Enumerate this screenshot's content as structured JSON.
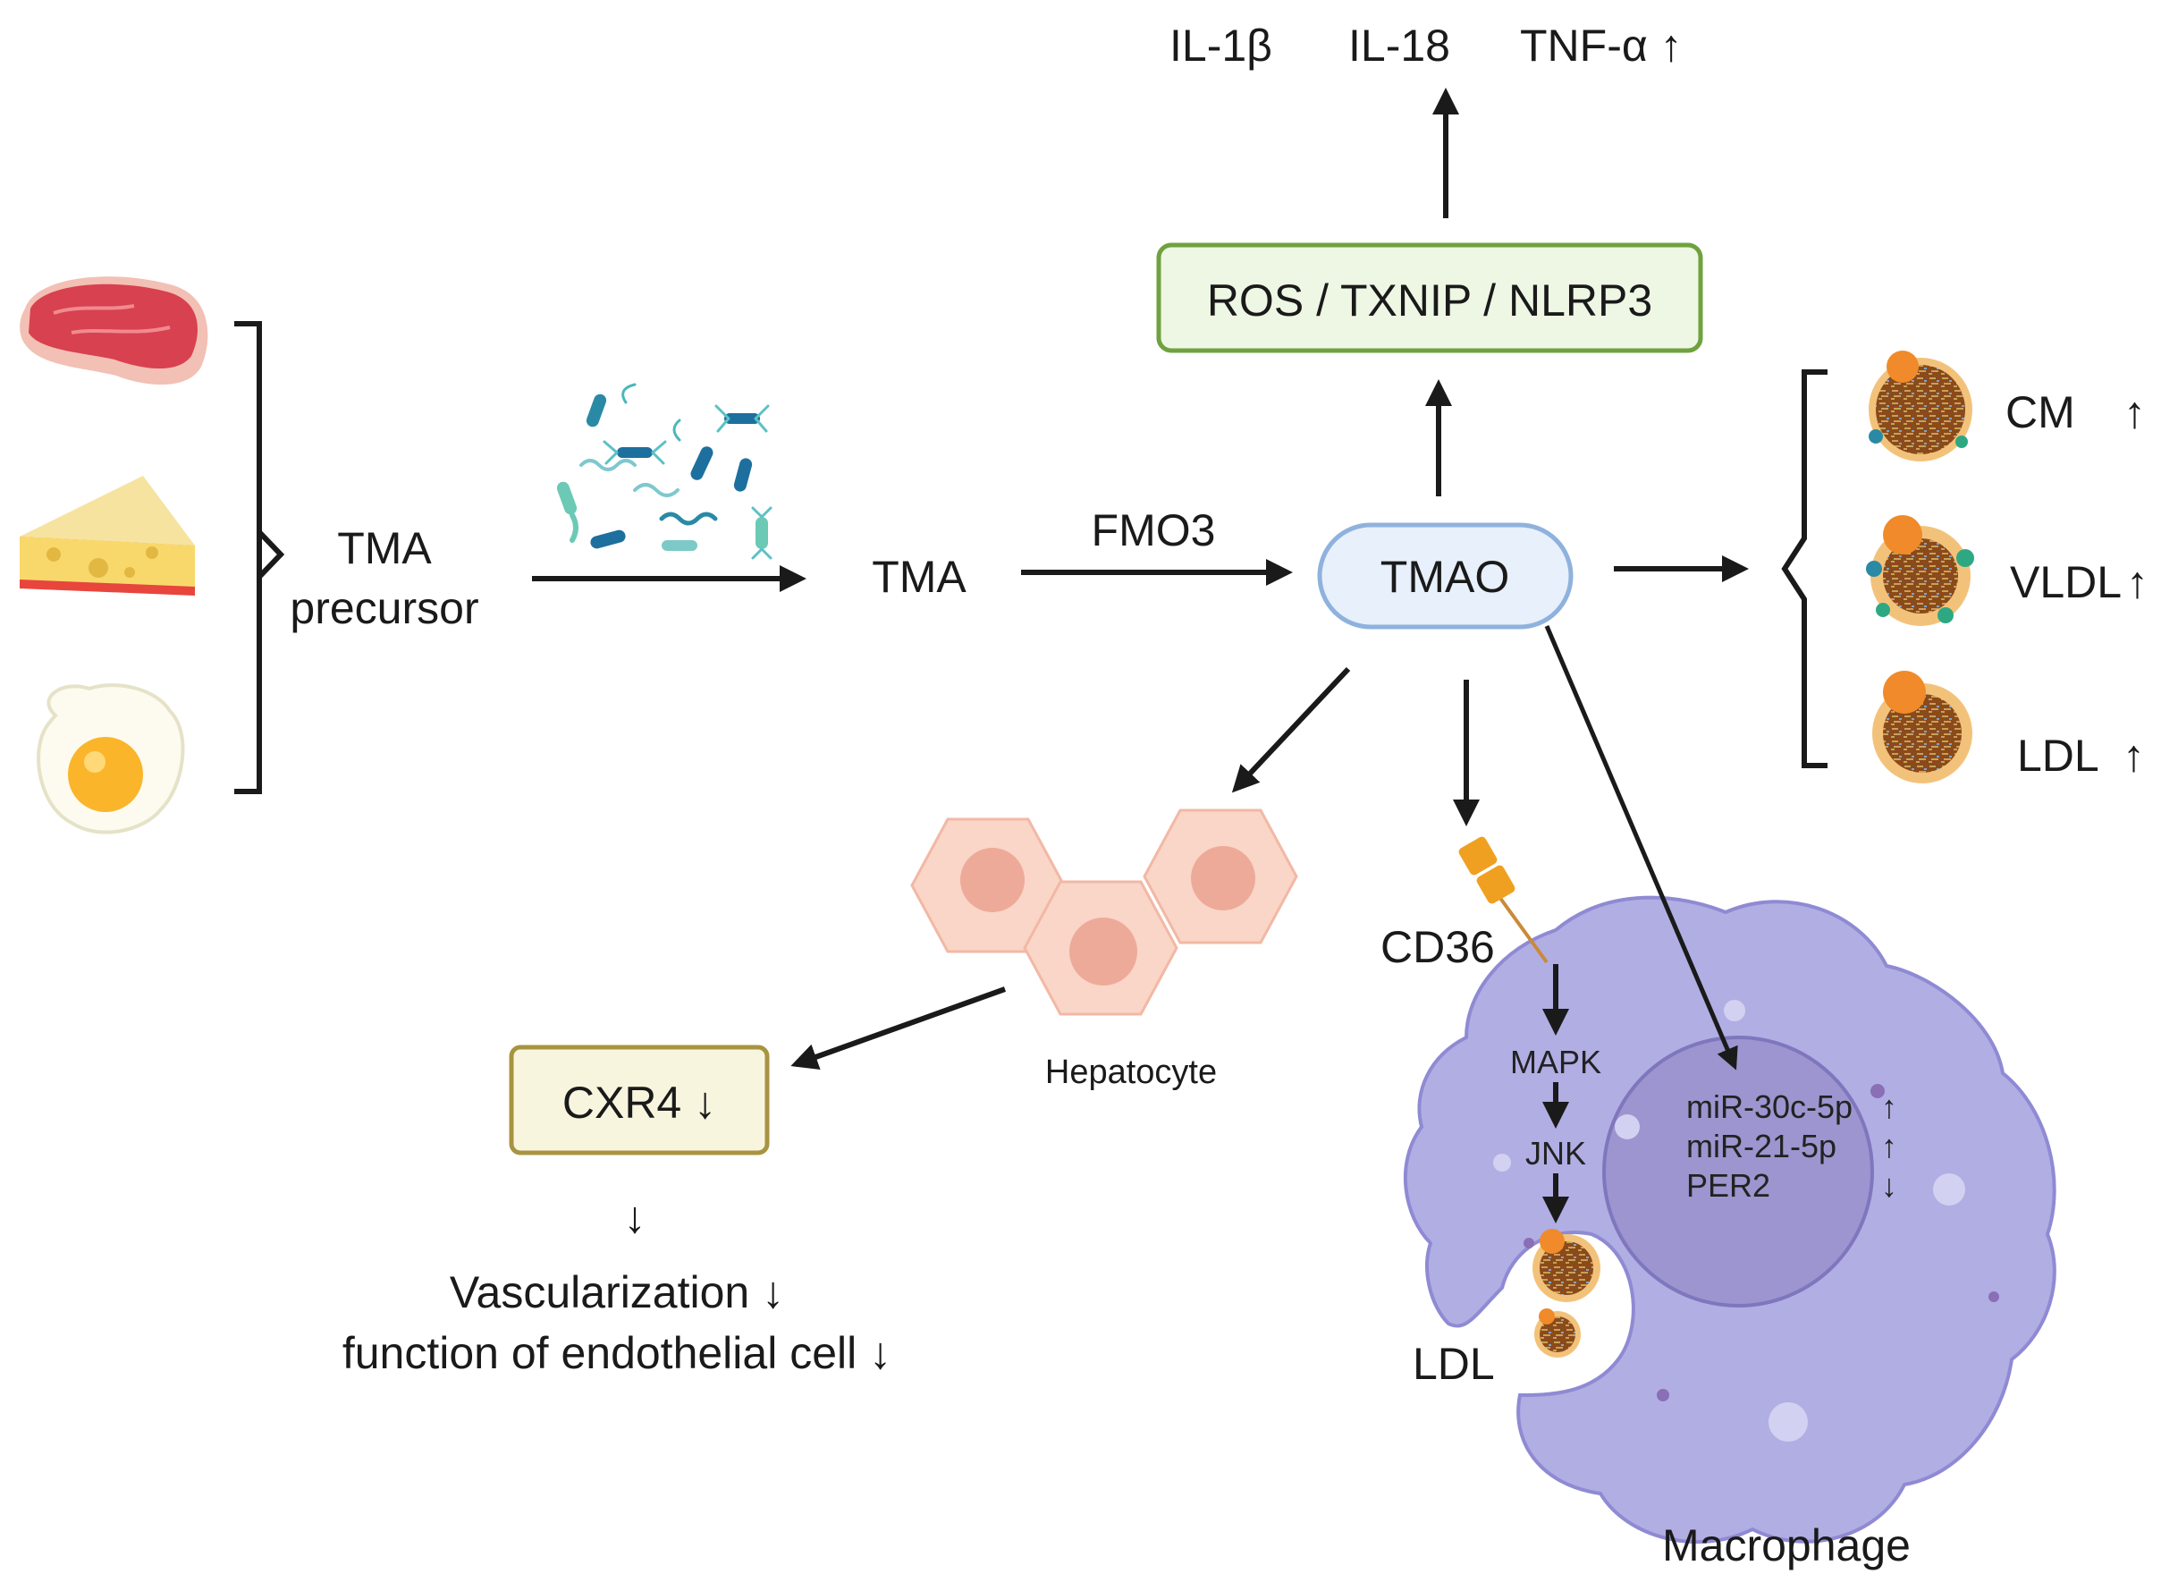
{
  "cytokines": {
    "il1b": "IL-1β",
    "il18": "IL-18",
    "tnfa": "TNF-α ↑"
  },
  "pathway_box": "ROS / TXNIP / NLRP3",
  "sources": {
    "icons": [
      "meat-icon",
      "cheese-icon",
      "egg-icon"
    ],
    "precursor_line1": "TMA",
    "precursor_line2": "precursor"
  },
  "microbiota_icon": "gut-bacteria-icon",
  "tma": "TMA",
  "enzyme": "FMO3",
  "tmao": "TMAO",
  "lipoproteins": [
    {
      "label": "CM",
      "arrow": "↑",
      "icon": "chylomicron-icon"
    },
    {
      "label": "VLDL",
      "arrow": "↑",
      "icon": "vldl-particle-icon"
    },
    {
      "label": "LDL",
      "arrow": "↑",
      "icon": "ldl-particle-icon"
    }
  ],
  "hepatocyte": "Hepatocyte",
  "cxr4_box": "CXR4 ↓",
  "down_arrow": "↓",
  "outcomes": {
    "line1": "Vascularization ↓",
    "line2": "function of endothelial cell ↓"
  },
  "receptor": "CD36",
  "signaling": [
    "MAPK",
    "JNK"
  ],
  "mirna": [
    {
      "name": "miR-30c-5p",
      "arrow": "↑"
    },
    {
      "name": "miR-21-5p",
      "arrow": "↑"
    },
    {
      "name": "PER2",
      "arrow": "↓"
    }
  ],
  "ldl_label": "LDL",
  "macrophage": "Macrophage",
  "colors": {
    "ros_box_fill": "#eef7e4",
    "ros_box_stroke": "#6fa23f",
    "tmao_fill": "#e7f0fb",
    "tmao_stroke": "#8fb2dd",
    "cxr4_fill": "#f8f5df",
    "cxr4_stroke": "#a89440",
    "macrophage_body": "#b1aee4",
    "macrophage_nucleus": "#9c95cf",
    "hepatocyte": "#f9d6c8",
    "lipid_orange": "#f08a2a"
  }
}
